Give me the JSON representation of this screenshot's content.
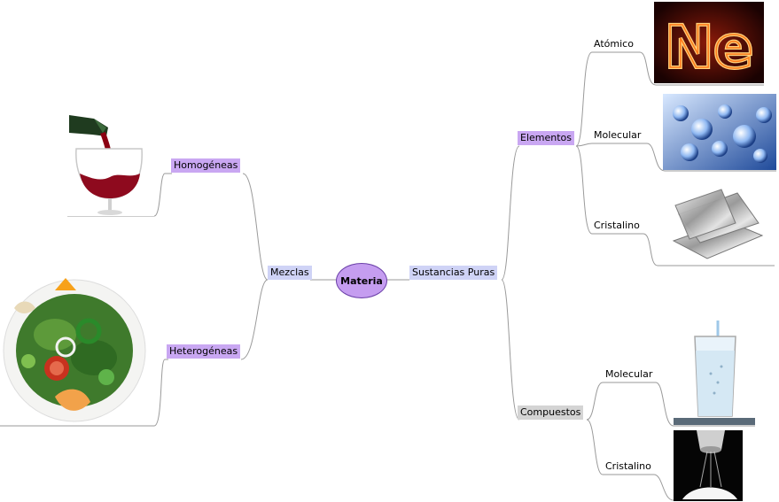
{
  "center": "Materia",
  "left_branch": {
    "label": "Mezclas",
    "children": [
      {
        "label": "Homogéneas",
        "image": "wine-pouring-icon"
      },
      {
        "label": "Heterogéneas",
        "image": "salad-icon"
      }
    ]
  },
  "right_branch": {
    "label": "Sustancias Puras",
    "elements": {
      "label": "Elementos",
      "children": [
        {
          "label": "Atómico",
          "image": "neon-sign-icon"
        },
        {
          "label": "Molecular",
          "image": "bubbles-icon"
        },
        {
          "label": "Cristalino",
          "image": "metal-sheets-icon"
        }
      ]
    },
    "compounds": {
      "label": "Compuestos",
      "children": [
        {
          "label": "Molecular",
          "image": "water-glass-icon"
        },
        {
          "label": "Cristalino",
          "image": "salt-shaker-icon"
        }
      ]
    }
  },
  "neon_text": "Ne",
  "colors": {
    "center_fill": "#c59df0",
    "pink_tag": "#c9a7f2",
    "lavender_tag": "#cfd3f6",
    "grey_tag": "#d4d4d4",
    "line": "#9a9a9a"
  }
}
